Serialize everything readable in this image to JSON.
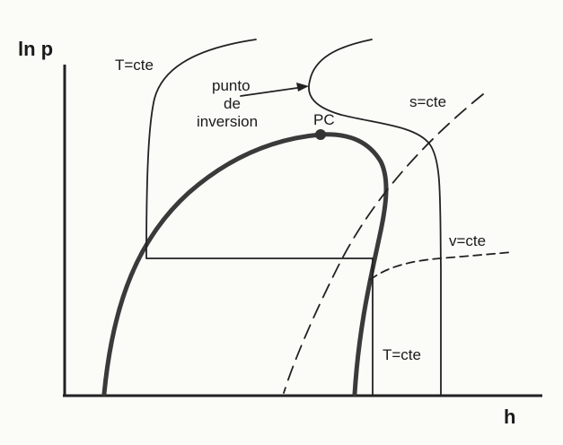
{
  "axes": {
    "y_label": "ln p",
    "x_label": "h"
  },
  "labels": {
    "isotherm_top": "T=cte",
    "inversion_line1": "punto",
    "inversion_line2": "de",
    "inversion_line3": "inversion",
    "isentrope": "s=cte",
    "critical_point": "PC",
    "isochore": "v=cte",
    "isotherm_bottom": "T=cte"
  },
  "colors": {
    "ink": "#222222",
    "dome": "#3a3a3a",
    "background": "#fbfbf8"
  }
}
